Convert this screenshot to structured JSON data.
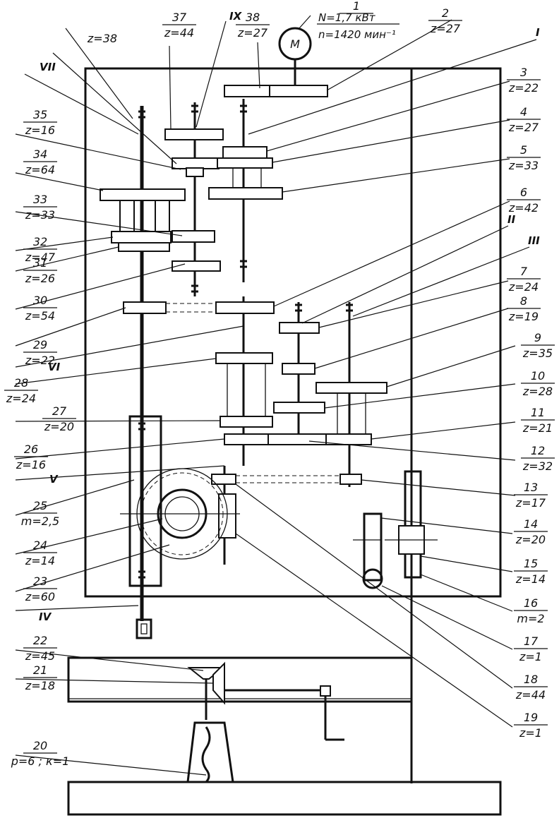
{
  "motor": {
    "symbol": "M",
    "power": "N=1,7 кВт",
    "speed": "n=1420 мин⁻¹"
  },
  "callouts": [
    {
      "id": "c1",
      "num": "1",
      "param": "",
      "desc": ""
    },
    {
      "id": "c2",
      "num": "2",
      "param": "z=27"
    },
    {
      "id": "c3",
      "num": "3",
      "param": "z=22"
    },
    {
      "id": "c4",
      "num": "4",
      "param": "z=27"
    },
    {
      "id": "c5",
      "num": "5",
      "param": "z=33"
    },
    {
      "id": "c6",
      "num": "6",
      "param": "z=42"
    },
    {
      "id": "c7",
      "num": "7",
      "param": "z=24"
    },
    {
      "id": "c8",
      "num": "8",
      "param": "z=19"
    },
    {
      "id": "c9",
      "num": "9",
      "param": "z=35"
    },
    {
      "id": "c10",
      "num": "10",
      "param": "z=28"
    },
    {
      "id": "c11",
      "num": "11",
      "param": "z=21"
    },
    {
      "id": "c12",
      "num": "12",
      "param": "z=32"
    },
    {
      "id": "c13",
      "num": "13",
      "param": "z=17"
    },
    {
      "id": "c14",
      "num": "14",
      "param": "z=20"
    },
    {
      "id": "c15",
      "num": "15",
      "param": "z=14"
    },
    {
      "id": "c16",
      "num": "16",
      "param": "m=2"
    },
    {
      "id": "c17",
      "num": "17",
      "param": "z=1"
    },
    {
      "id": "c18",
      "num": "18",
      "param": "z=44"
    },
    {
      "id": "c19",
      "num": "19",
      "param": "z=1"
    },
    {
      "id": "c20",
      "num": "20",
      "param": "p=6 ; к=1"
    },
    {
      "id": "c21",
      "num": "21",
      "param": "z=18"
    },
    {
      "id": "c22",
      "num": "22",
      "param": "z=45"
    },
    {
      "id": "c23",
      "num": "23",
      "param": "z=60"
    },
    {
      "id": "c24",
      "num": "24",
      "param": "z=14"
    },
    {
      "id": "c25",
      "num": "25",
      "param": "m=2,5"
    },
    {
      "id": "c26",
      "num": "26",
      "param": "z=16"
    },
    {
      "id": "c27",
      "num": "27",
      "param": "z=20"
    },
    {
      "id": "c28",
      "num": "28",
      "param": "z=24"
    },
    {
      "id": "c29",
      "num": "29",
      "param": "z=22"
    },
    {
      "id": "c30",
      "num": "30",
      "param": "z=54"
    },
    {
      "id": "c31",
      "num": "31",
      "param": "z=26"
    },
    {
      "id": "c32",
      "num": "32",
      "param": "z=47"
    },
    {
      "id": "c33",
      "num": "33",
      "param": "z=33"
    },
    {
      "id": "c34",
      "num": "34",
      "param": "z=64"
    },
    {
      "id": "c35",
      "num": "35",
      "param": "z=16"
    },
    {
      "id": "c37",
      "num": "37",
      "param": "z=44"
    },
    {
      "id": "c38",
      "num": "38",
      "param": "z=27"
    },
    {
      "id": "c36",
      "num": "",
      "param": "z=38"
    }
  ],
  "shafts": [
    "I",
    "II",
    "III",
    "IV",
    "V",
    "VI",
    "VII",
    "IX"
  ]
}
